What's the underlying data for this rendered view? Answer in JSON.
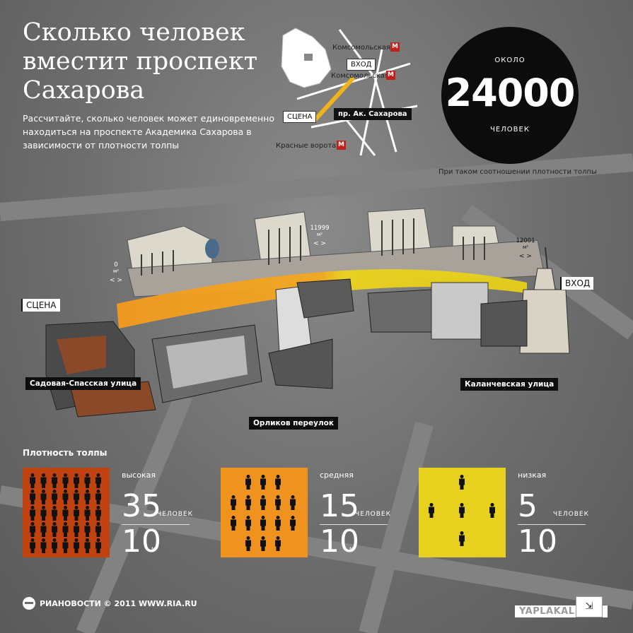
{
  "title": "Сколько человек вместит проспект Сахарова",
  "subtitle": "Рассчитайте, сколько человек может единовременно находиться на проспекте Академика Сахарова в зависимости от плотности толпы",
  "minimap": {
    "komsomolskaya_1": "Комсомольская",
    "vhod": "ВХОД",
    "komsomolskaya_2": "Комсомольская",
    "scena": "СЦЕНА",
    "prospect": "пр. Ак. Сахарова",
    "krasnye_vorota": "Красные ворота",
    "metro_letter": "М"
  },
  "total": {
    "prefix": "ОКОЛО",
    "value": "24000",
    "suffix": "ЧЕЛОВЕК",
    "note": "При таком соотношении плотности толпы"
  },
  "scene": {
    "scena_label": "СЦЕНА",
    "vhod_label": "ВХОД",
    "streets": {
      "sadovaya": "Садовая-Спасская улица",
      "orlikov": "Орликов переулок",
      "kalanchevskaya": "Каланчевская улица"
    },
    "markers": [
      {
        "value": "0",
        "unit": "м²",
        "arrows": "< >",
        "color": "#c94a10"
      },
      {
        "value": "11999",
        "unit": "м²",
        "arrows": "< >",
        "color": "#f08a1c"
      },
      {
        "value": "12001",
        "unit": "м²",
        "arrows": "< >",
        "color": "#e8cf1a"
      }
    ]
  },
  "density": {
    "title": "Плотность толпы",
    "people_label": "ЧЕЛОВЕК",
    "area_unit": "м²",
    "levels": [
      {
        "name": "высокая",
        "people": "35",
        "area": "10",
        "color": "#c0420f"
      },
      {
        "name": "средняя",
        "people": "15",
        "area": "10",
        "color": "#f0921e"
      },
      {
        "name": "низкая",
        "people": "5",
        "area": "10",
        "color": "#e8d01e"
      }
    ]
  },
  "footer": {
    "brand": "РИАНОВОСТИ © 2011 WWW.RIA.RU"
  },
  "watermark": "YAPLAKAL.COM",
  "expand_icon": "⇲"
}
